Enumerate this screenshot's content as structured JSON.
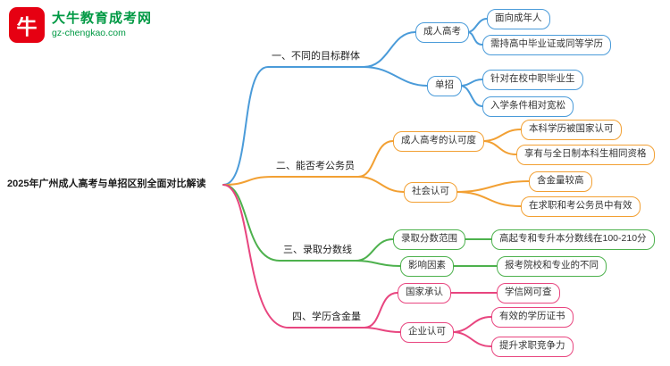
{
  "logo": {
    "mark": "牛",
    "title": "大牛教育成考网",
    "url": "gz-chengkao.com"
  },
  "colors": {
    "blue": "#4a9bd9",
    "orange": "#f2a033",
    "green": "#4db14d",
    "pink": "#e8457f",
    "brand-red": "#e60012",
    "brand-green": "#009944"
  },
  "mindmap": {
    "root": "2025年广州成人高考与单招区别全面对比解读",
    "branches": [
      {
        "label": "一、不同的目标群体",
        "color": "#4a9bd9",
        "children": [
          {
            "label": "成人高考",
            "children": [
              {
                "label": "面向成年人"
              },
              {
                "label": "需持高中毕业证或同等学历"
              }
            ]
          },
          {
            "label": "单招",
            "children": [
              {
                "label": "针对在校中职毕业生"
              },
              {
                "label": "入学条件相对宽松"
              }
            ]
          }
        ]
      },
      {
        "label": "二、能否考公务员",
        "color": "#f2a033",
        "children": [
          {
            "label": "成人高考的认可度",
            "children": [
              {
                "label": "本科学历被国家认可"
              },
              {
                "label": "享有与全日制本科生相同资格"
              }
            ]
          },
          {
            "label": "社会认可",
            "children": [
              {
                "label": "含金量较高"
              },
              {
                "label": "在求职和考公务员中有效"
              }
            ]
          }
        ]
      },
      {
        "label": "三、录取分数线",
        "color": "#4db14d",
        "children": [
          {
            "label": "录取分数范围",
            "children": [
              {
                "label": "高起专和专升本分数线在100-210分"
              }
            ]
          },
          {
            "label": "影响因素",
            "children": [
              {
                "label": "报考院校和专业的不同"
              }
            ]
          }
        ]
      },
      {
        "label": "四、学历含金量",
        "color": "#e8457f",
        "children": [
          {
            "label": "国家承认",
            "children": [
              {
                "label": "学信网可查"
              }
            ]
          },
          {
            "label": "企业认可",
            "children": [
              {
                "label": "有效的学历证书"
              },
              {
                "label": "提升求职竞争力"
              }
            ]
          }
        ]
      }
    ]
  }
}
